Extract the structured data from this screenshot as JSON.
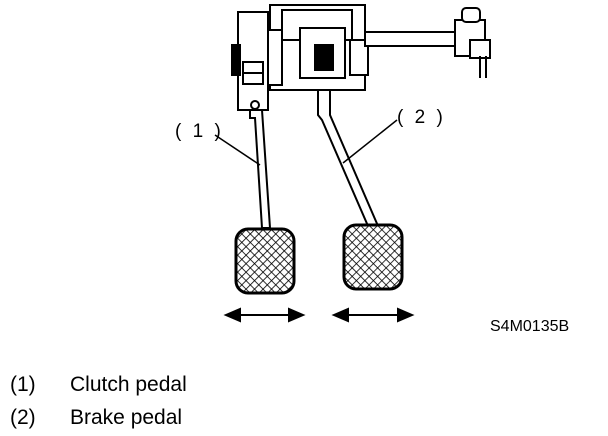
{
  "figure": {
    "callouts": [
      {
        "id": "1",
        "text": "( 1 )"
      },
      {
        "id": "2",
        "text": "( 2 )"
      }
    ],
    "code": "S4M0135B"
  },
  "legend": [
    {
      "num": "(1)",
      "label": "Clutch pedal"
    },
    {
      "num": "(2)",
      "label": "Brake pedal"
    }
  ]
}
